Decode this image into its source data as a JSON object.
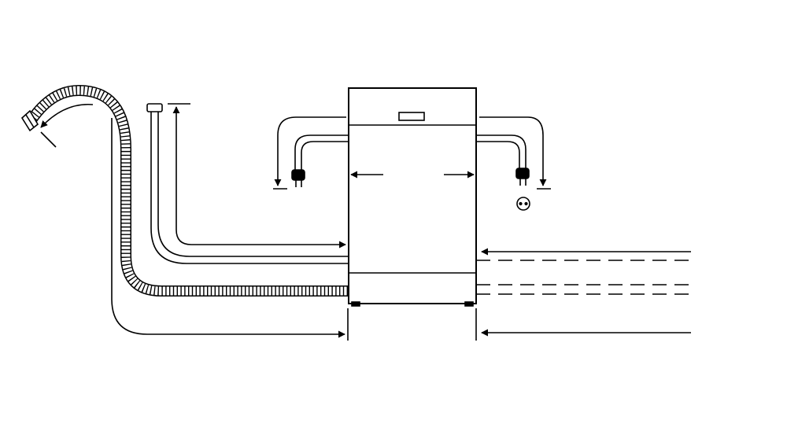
{
  "colors": {
    "background": "#ffffff",
    "line": "#000000"
  },
  "diagram": {
    "components": [
      {
        "id": "dishwasher",
        "icon": "dishwasher-icon"
      },
      {
        "id": "control-panel",
        "icon": "control-panel-icon"
      },
      {
        "id": "drain-hose",
        "icon": "corrugated-hose-icon"
      },
      {
        "id": "water-inlet-hose",
        "icon": "inlet-hose-icon"
      },
      {
        "id": "power-cord-left",
        "icon": "plug-icon"
      },
      {
        "id": "power-cord-right",
        "icon": "plug-icon"
      },
      {
        "id": "wall-socket",
        "icon": "socket-icon"
      }
    ]
  }
}
